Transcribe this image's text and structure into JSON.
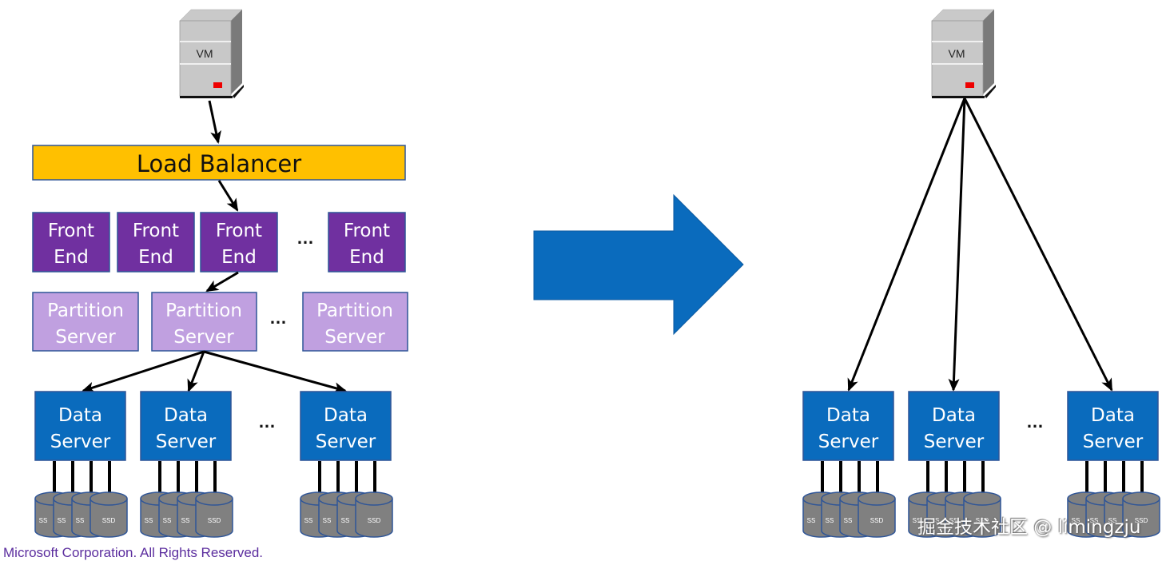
{
  "left_diagram": {
    "vm_label": "VM",
    "load_balancer_label": "Load Balancer",
    "front_ends": [
      {
        "line1": "Front",
        "line2": "End"
      },
      {
        "line1": "Front",
        "line2": "End"
      },
      {
        "line1": "Front",
        "line2": "End"
      },
      {
        "line1": "Front",
        "line2": "End"
      }
    ],
    "front_end_ellipsis": "…",
    "partition_servers": [
      {
        "line1": "Partition",
        "line2": "Server"
      },
      {
        "line1": "Partition",
        "line2": "Server"
      },
      {
        "line1": "Partition",
        "line2": "Server"
      }
    ],
    "partition_ellipsis": "…",
    "data_servers": [
      {
        "line1": "Data",
        "line2": "Server"
      },
      {
        "line1": "Data",
        "line2": "Server"
      },
      {
        "line1": "Data",
        "line2": "Server"
      }
    ],
    "data_ellipsis": "…",
    "ssd_label": "SSD",
    "ssd_partial_label": "SS"
  },
  "transition_arrow": {
    "icon": "right-arrow-icon",
    "color": "#0a6bbd"
  },
  "right_diagram": {
    "vm_label": "VM",
    "data_servers": [
      {
        "line1": "Data",
        "line2": "Server"
      },
      {
        "line1": "Data",
        "line2": "Server"
      },
      {
        "line1": "Data",
        "line2": "Server"
      }
    ],
    "data_ellipsis": "…",
    "ssd_label": "SSD",
    "ssd_partial_label": "SS"
  },
  "colors": {
    "load_balancer": "#ffc000",
    "front_end": "#7030a0",
    "partition_server": "#c0a0e0",
    "data_server": "#0a6bbd",
    "ssd": "#808080",
    "border": "#2f5597"
  },
  "footer_text": "Microsoft Corporation. All Rights Reserved.",
  "watermark": "掘金技术社区 @ limingzju"
}
